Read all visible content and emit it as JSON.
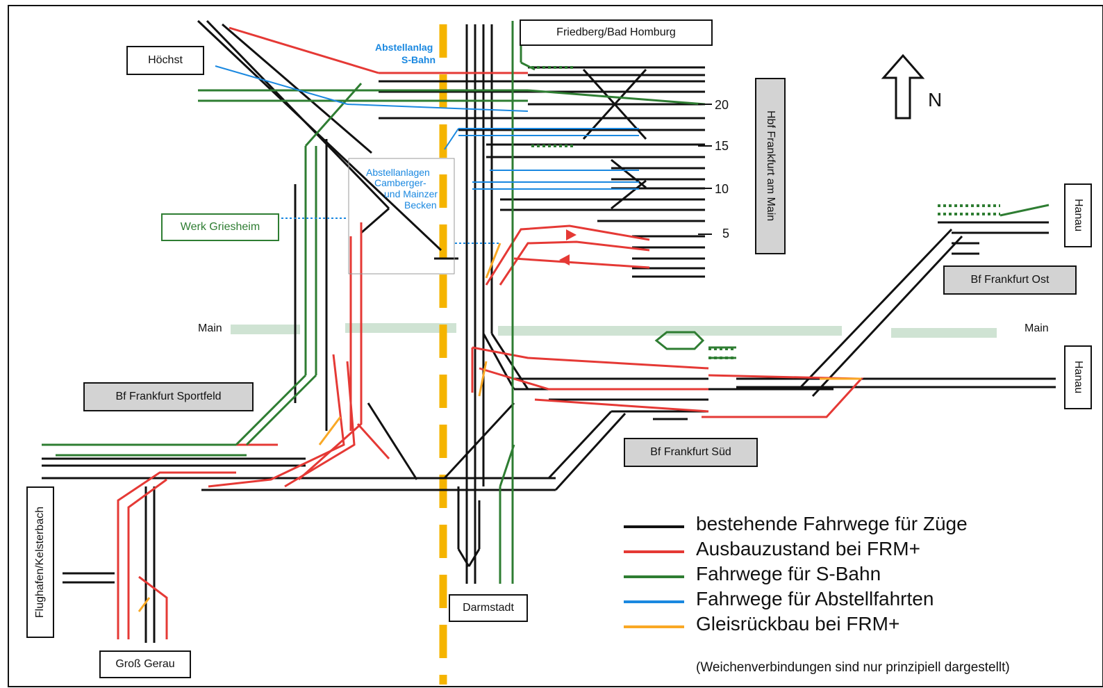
{
  "stations": {
    "hoechst": "Höchst",
    "friedberg": "Friedberg/Bad Homburg",
    "hbf": "Hbf Frankfurt am Main",
    "werk_griesheim": "Werk Griesheim",
    "sportfeld": "Bf Frankfurt Sportfeld",
    "flughafen": "Flughafen/Kelsterbach",
    "gross_gerau": "Groß Gerau",
    "darmstadt": "Darmstadt",
    "sued": "Bf Frankfurt Süd",
    "ost": "Bf Frankfurt Ost",
    "hanau_top": "Hanau",
    "hanau_bottom": "Hanau"
  },
  "labels": {
    "abstellanlage_sbahn_line1": "Abstellanlag",
    "abstellanlage_sbahn_line2": "S-Bahn",
    "abstellanlagen_line1": "Abstellanlagen",
    "abstellanlagen_line2": "Camberger-",
    "abstellanlagen_line3": "und Mainzer",
    "abstellanlagen_line4": "Becken",
    "main_left": "Main",
    "main_right": "Main",
    "north": "N",
    "track_20": "20",
    "track_15": "15",
    "track_10": "10",
    "track_5": "5"
  },
  "legend": {
    "items": [
      {
        "label": "bestehende Fahrwege für Züge",
        "color": "#111111"
      },
      {
        "label": "Ausbauzustand bei FRM+",
        "color": "#e53935"
      },
      {
        "label": "Fahrwege für S-Bahn",
        "color": "#2e7d32"
      },
      {
        "label": "Fahrwege für Abstellfahrten",
        "color": "#1a88e0"
      },
      {
        "label": "Gleisrückbau bei FRM+",
        "color": "#f9a825"
      }
    ],
    "note": "(Weichenverbindungen sind nur prinzipiell dargestellt)"
  },
  "colors": {
    "black": "#111111",
    "red": "#e53935",
    "green": "#2e7d32",
    "blue": "#1a88e0",
    "orange": "#f9a825",
    "yellow_dash": "#f5b400",
    "river": "#cfe3d3",
    "station_gray": "#d3d3d3"
  }
}
